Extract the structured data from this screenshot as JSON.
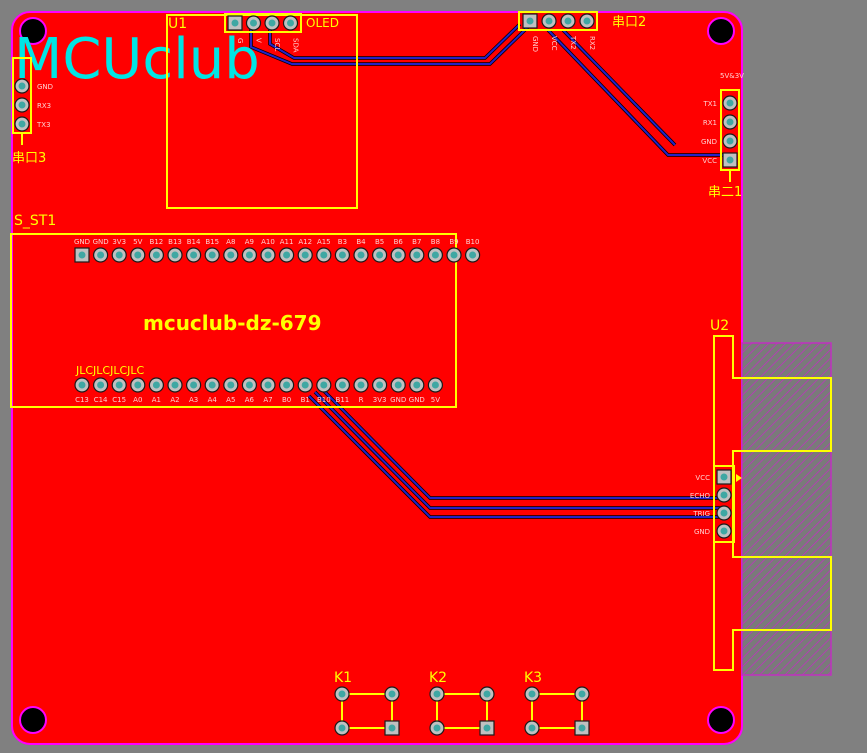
{
  "board": {
    "logo": "MCUclub",
    "colors": {
      "copper": "#ff0000",
      "silk": "#ffff00",
      "logo": "#00e5e5",
      "trace": "#2323c8",
      "outline": "#ff00ff",
      "background": "#808080"
    }
  },
  "components": {
    "u1": {
      "ref": "U1",
      "name": "OLED",
      "pins": [
        "G",
        "V",
        "SCL",
        "SDA"
      ]
    },
    "serial2": {
      "ref": "串口2",
      "pins": [
        "GND",
        "VCC",
        "TX2",
        "RX2"
      ]
    },
    "serial3": {
      "ref": "串口3",
      "pins": [
        "GND",
        "RX3",
        "TX3"
      ]
    },
    "serial1": {
      "ref": "串二1",
      "header": "5V&3V",
      "pins": [
        "TX1",
        "RX1",
        "GND",
        "VCC"
      ]
    },
    "st1": {
      "ref": "S_ST1",
      "title": "mcuclub-dz-679",
      "jlc": "JLCJLCJLCJLC",
      "top_pins": [
        "GND",
        "GND",
        "3V3",
        "5V",
        "B12",
        "B13",
        "B14",
        "B15",
        "A8",
        "A9",
        "A10",
        "A11",
        "A12",
        "A15",
        "B3",
        "B4",
        "B5",
        "B6",
        "B7",
        "B8",
        "B9",
        "B10"
      ],
      "bottom_pins": [
        "C13",
        "C14",
        "C15",
        "A0",
        "A1",
        "A2",
        "A3",
        "A4",
        "A5",
        "A6",
        "A7",
        "B0",
        "B1",
        "B10",
        "B11",
        "R",
        "3V3",
        "GND",
        "GND",
        "5V"
      ]
    },
    "u2": {
      "ref": "U2",
      "pins": [
        "VCC",
        "ECHO",
        "TRIG",
        "GND"
      ]
    },
    "keys": [
      "K1",
      "K2",
      "K3"
    ]
  }
}
